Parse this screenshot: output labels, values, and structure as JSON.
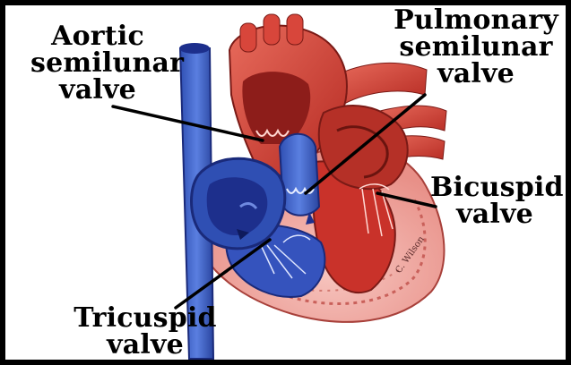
{
  "labels": {
    "aortic": {
      "lines": [
        "Aortic",
        "semilunar",
        "valve"
      ]
    },
    "pulmonary": {
      "lines": [
        "Pulmonary",
        "semilunar",
        "valve"
      ]
    },
    "bicuspid": {
      "lines": [
        "Bicuspid",
        "valve"
      ]
    },
    "tricuspid": {
      "lines": [
        "Tricuspid",
        "valve"
      ]
    }
  },
  "signature": "C. Wilson",
  "colors": {
    "vein_blue": "#3f63c8",
    "dark_blue": "#1d2f8c",
    "aorta_red": "#d8463b",
    "dark_red": "#8d1d1a",
    "muscle_pink": "#f0b3ae",
    "frame": "#000000"
  }
}
